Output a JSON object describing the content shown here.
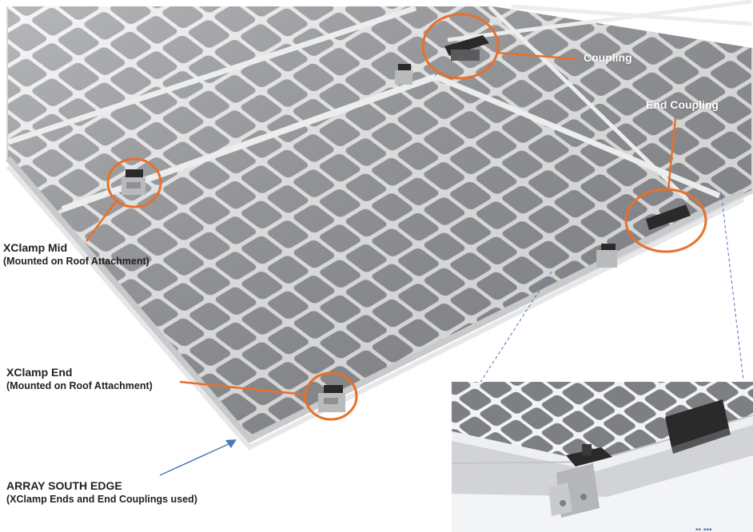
{
  "labels": {
    "xclamp_mid": {
      "title": "XClamp Mid",
      "subtitle": "(Mounted on Roof Attachment)"
    },
    "xclamp_end": {
      "title": "XClamp End",
      "subtitle": "(Mounted on Roof Attachment)"
    },
    "array_south_edge": {
      "title": "ARRAY SOUTH EDGE",
      "subtitle": "(XClamp Ends and End Couplings used)"
    },
    "coupling": "Coupling",
    "end_coupling": "End Coupling"
  },
  "colors": {
    "callout_circle": "#e8702a",
    "panel_cell": "#8f9195",
    "panel_cell_dark": "#6e7074",
    "panel_frame": "#e3e4e6",
    "clamp_dark": "#2a2a2a",
    "guide_line": "#4a78b8"
  },
  "icons": {
    "clamp": "xclamp-icon",
    "coupling": "coupling-icon"
  }
}
